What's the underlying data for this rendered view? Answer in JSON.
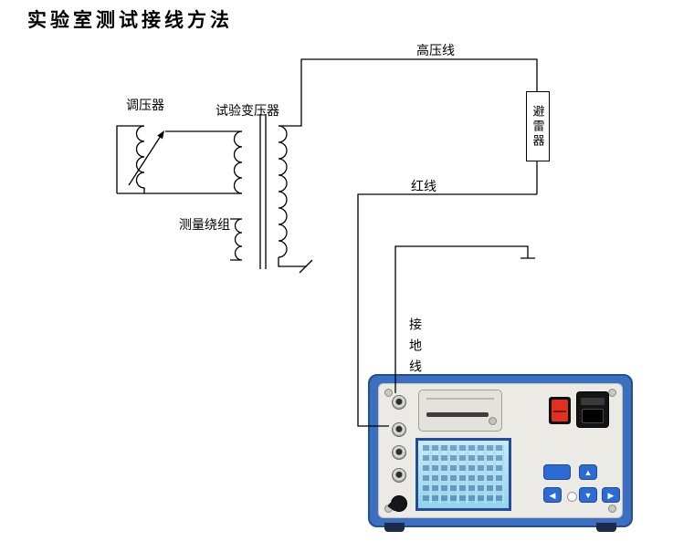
{
  "title": "实验室测试接线方法",
  "diagram": {
    "labels": {
      "regulator": "调压器",
      "transformer": "试验变压器",
      "measuring_winding": "测量绕组",
      "high_voltage_line": "高压线",
      "red_line": "红线",
      "arrester": "避雷器",
      "ground_wire": "接地线"
    },
    "wire_color": "#000000"
  },
  "device": {
    "colors": {
      "shell_blue": "#3d6fc1",
      "panel_gray": "#eceae4",
      "screen_blue": "#a8dcee",
      "screen_frame_blue": "#274b9b",
      "button_blue": "#2b6bd3",
      "power_switch_red": "#e03020"
    },
    "keypad": {
      "up": "▲",
      "down": "▼",
      "left": "◀",
      "right": "▶"
    }
  }
}
